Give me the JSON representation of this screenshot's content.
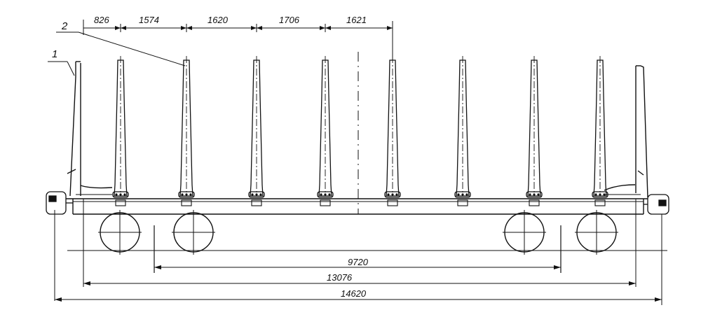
{
  "callouts": {
    "item1": "1",
    "item2": "2"
  },
  "top_dimensions": [
    "826",
    "1574",
    "1620",
    "1706",
    "1621"
  ],
  "bottom_dimensions": {
    "bogie_centers": "9720",
    "frame_length": "13076",
    "overall_length": "14620"
  },
  "stanchion_count": 8,
  "colors": {
    "ink": "#111111",
    "background": "#ffffff"
  }
}
